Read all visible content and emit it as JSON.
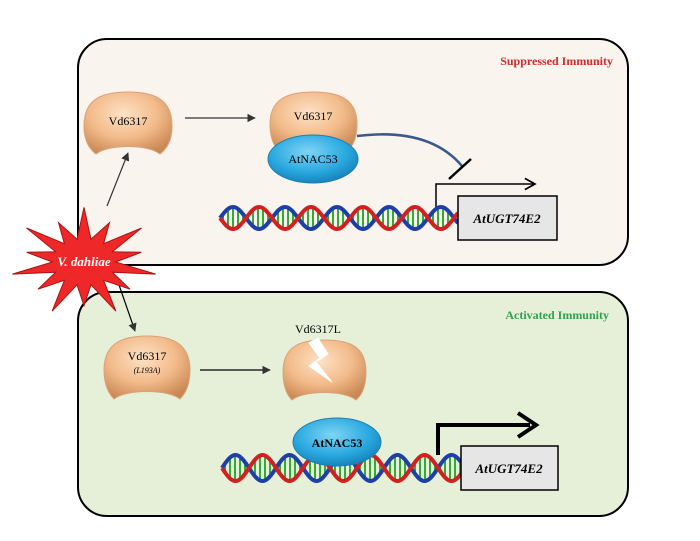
{
  "panels": {
    "top": {
      "title": "Suppressed Immunity"
    },
    "bottom": {
      "title": "Activated Immunity"
    }
  },
  "pathogen": {
    "label": "V. dahliae"
  },
  "effectors": {
    "top_free": "Vd6317",
    "top_bound": "Vd6317",
    "bottom_free": "Vd6317",
    "bottom_free_mutation": "(L193A)",
    "bottom_broken": "Vd6317L"
  },
  "transcription_factor": {
    "top": "AtNAC53",
    "bottom": "AtNAC53"
  },
  "gene": {
    "top": "AtUGT74E2",
    "bottom": "AtUGT74E2"
  },
  "colors": {
    "effector_fill": "#f0b07c",
    "tf_fill": "#2aa9e0",
    "panel_top_bg": "#faf4ef",
    "panel_bottom_bg": "#e6f0d9",
    "pathogen_star": "#ee2828",
    "dna_red": "#d21f1f",
    "dna_blue": "#1f3fa8",
    "dna_green": "#35a935",
    "inhibit_line": "#3a5a8c"
  }
}
